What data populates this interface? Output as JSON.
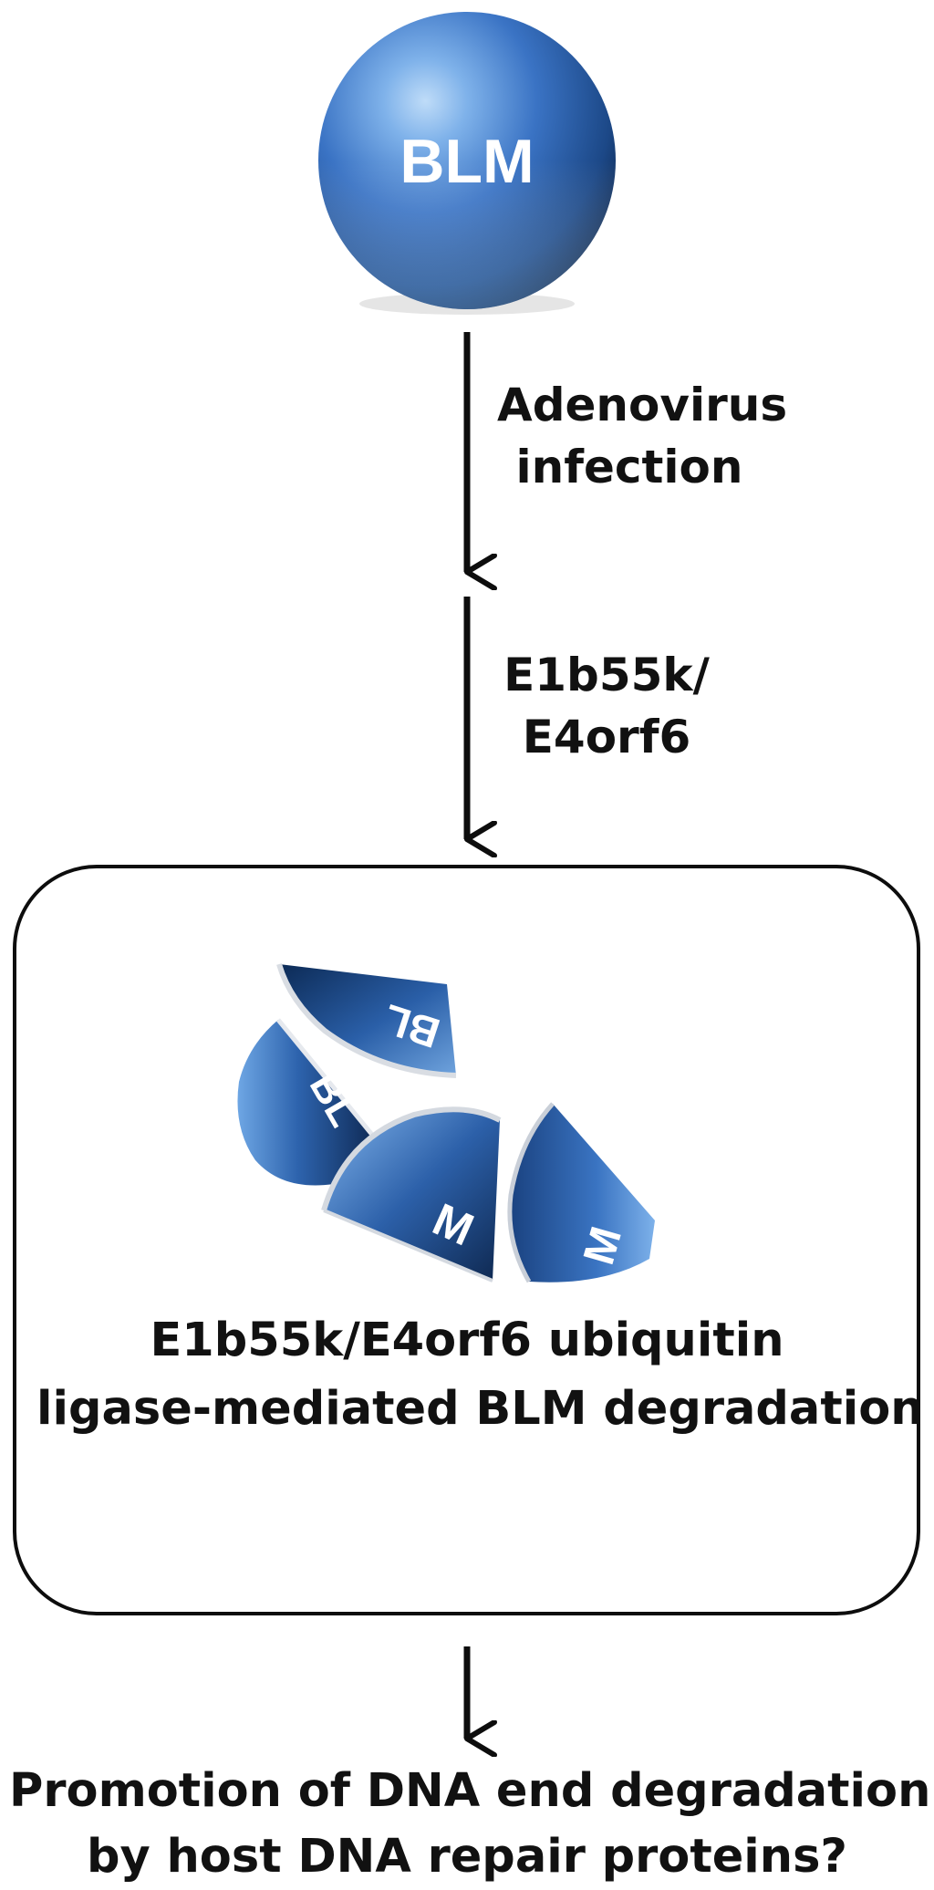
{
  "nodes": {
    "blm": {
      "label": "BLM"
    },
    "degradation": {
      "line1": "E1b55k/E4orf6 ubiquitin",
      "line2": "ligase-mediated BLM degradation"
    },
    "outcome": {
      "line1": "Promotion of DNA end degradation",
      "line2": "by host DNA repair proteins?"
    }
  },
  "edges": {
    "infection": {
      "line1": "Adenovirus",
      "line2": "infection"
    },
    "ligase": {
      "line1": "E1b55k/",
      "line2": "E4orf6"
    }
  },
  "fragment_text": {
    "a": "BL",
    "b": "BL",
    "c": "M",
    "d": "M"
  },
  "colors": {
    "sphere_dark": "#0b2347",
    "sphere_mid": "#2d64b0",
    "sphere_light": "#9cc6f2",
    "line": "#0d0d0d"
  }
}
